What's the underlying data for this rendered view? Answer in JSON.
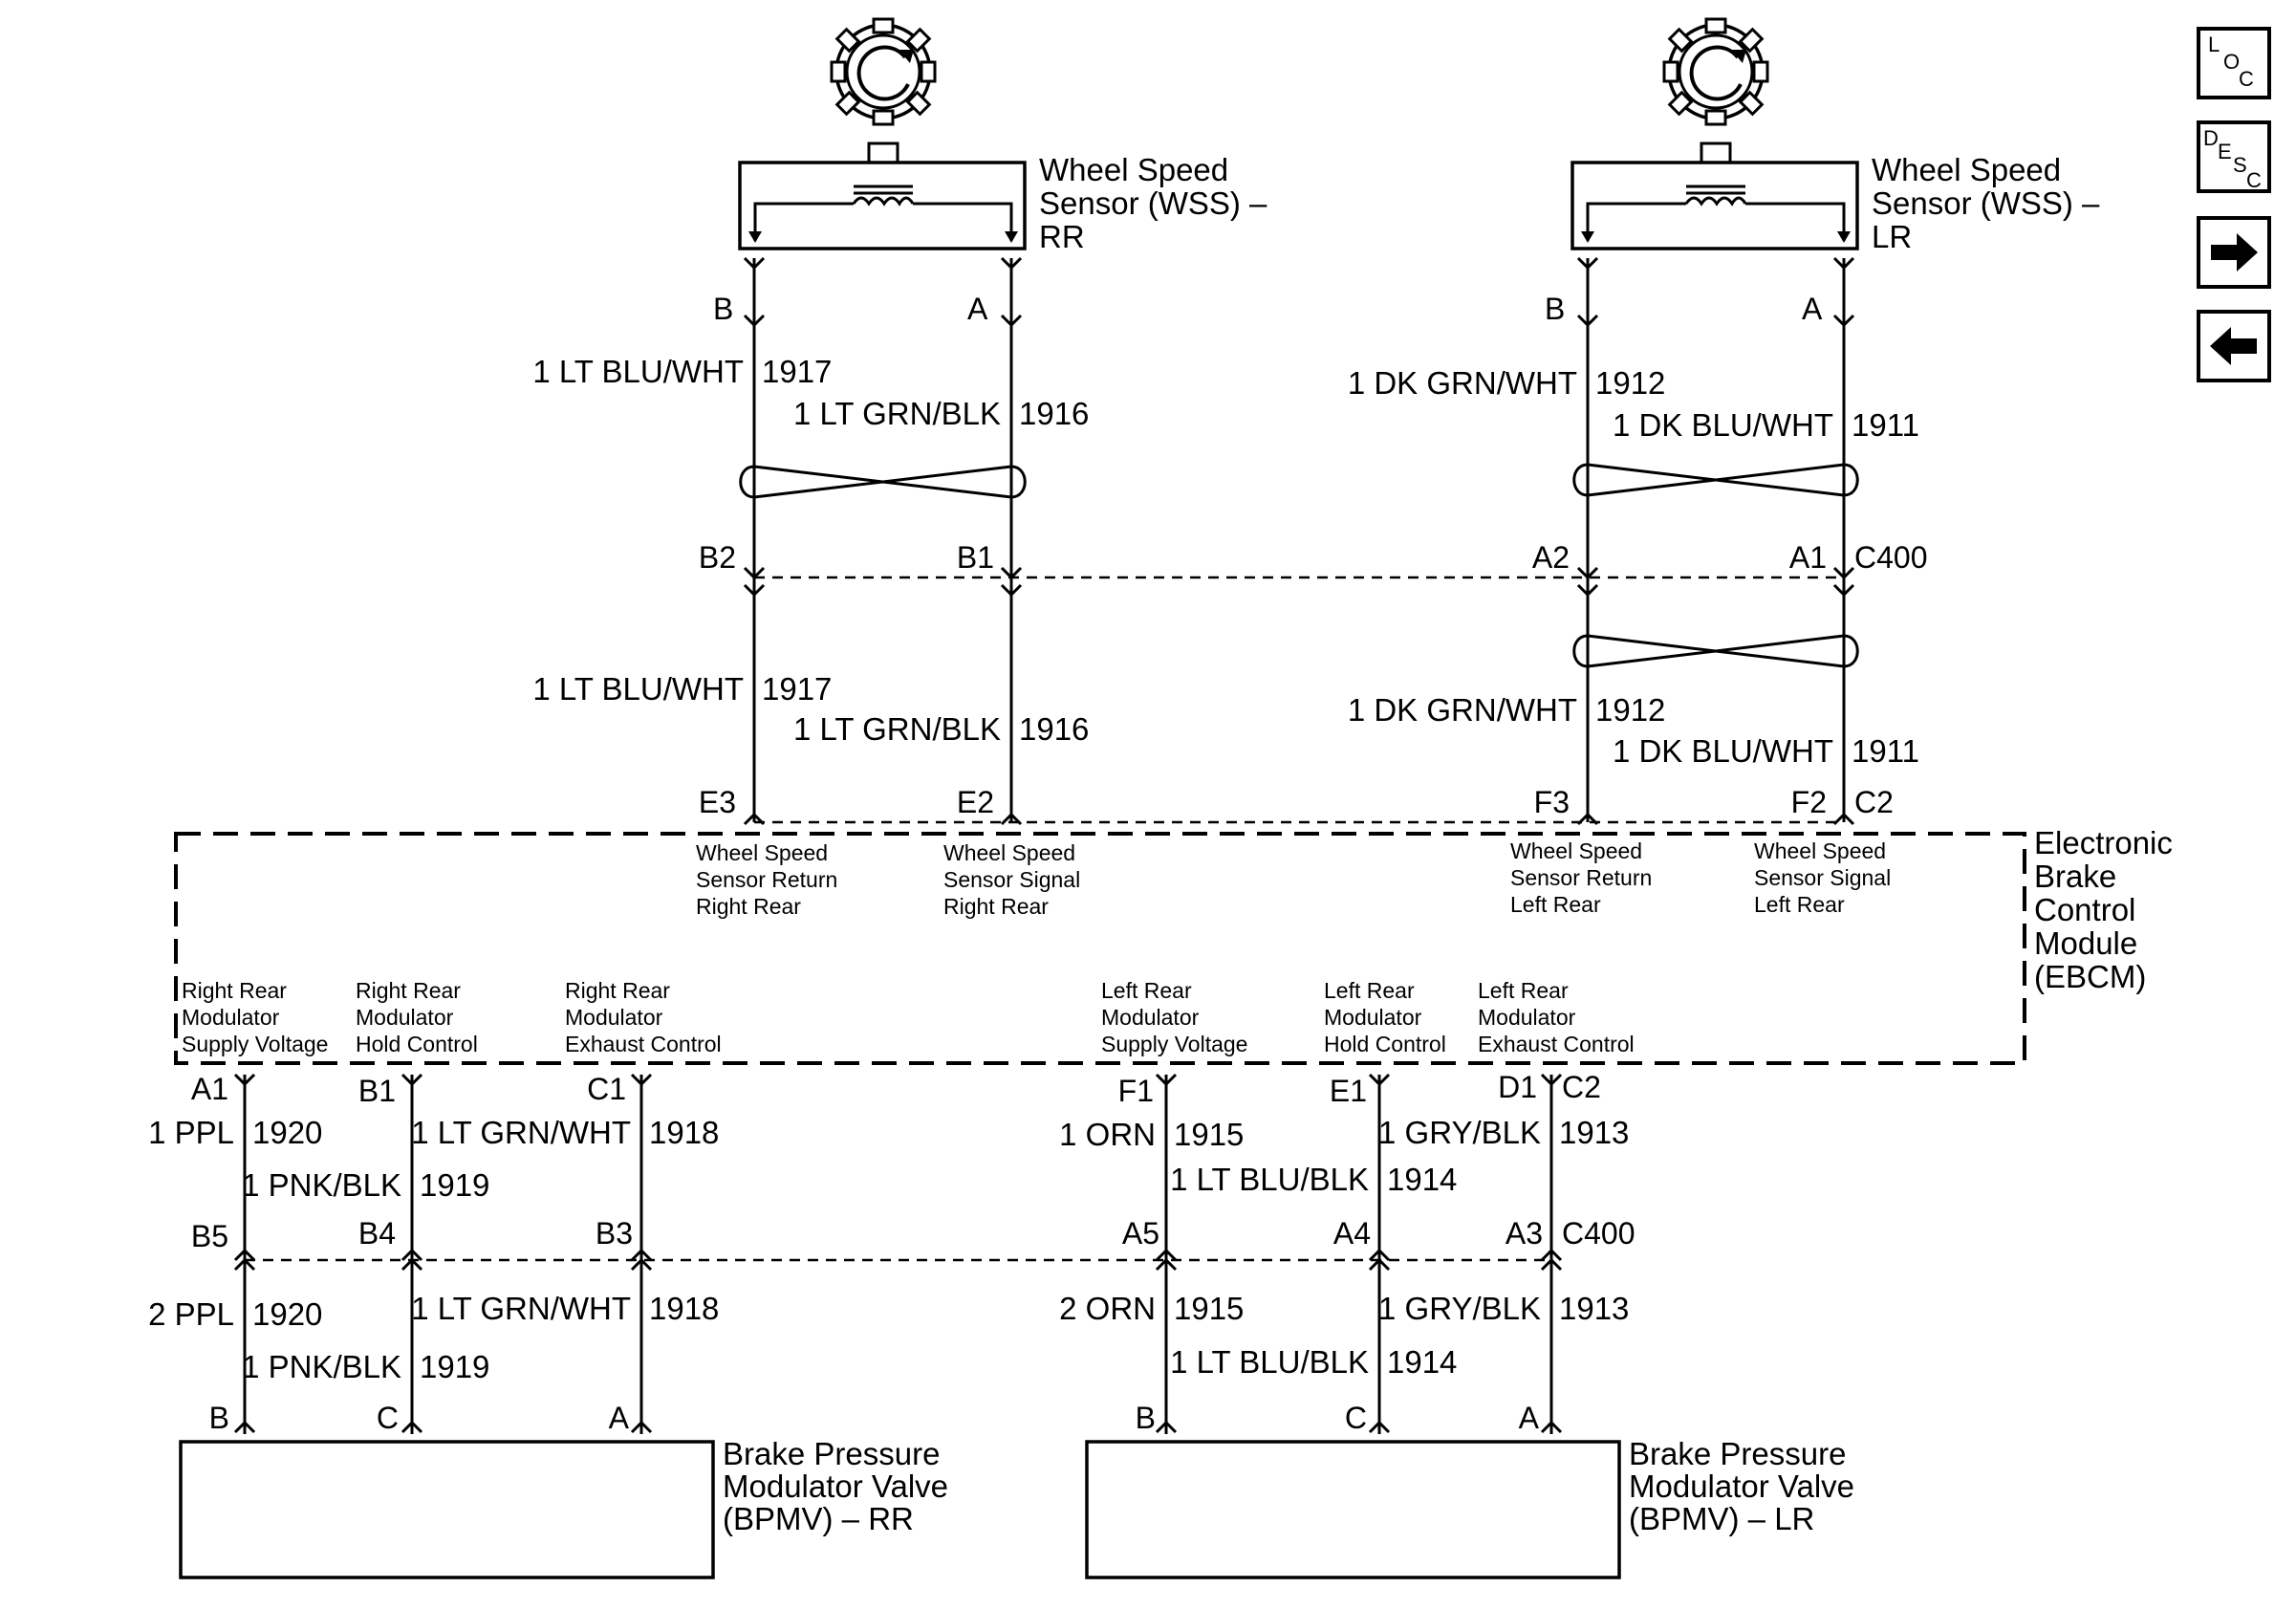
{
  "sensors": {
    "rr": {
      "name_lines": [
        "Wheel Speed",
        "Sensor (WSS) –",
        "RR"
      ],
      "pin_b": "B",
      "pin_a": "A"
    },
    "lr": {
      "name_lines": [
        "Wheel Speed",
        "Sensor (WSS) –",
        "LR"
      ],
      "pin_b": "B",
      "pin_a": "A"
    }
  },
  "upper_wires": {
    "rr_b": {
      "color": "1 LT BLU/WHT",
      "circuit": "1917"
    },
    "rr_a": {
      "color": "1 LT GRN/BLK",
      "circuit": "1916"
    },
    "lr_b": {
      "color": "1 DK GRN/WHT",
      "circuit": "1912"
    },
    "lr_a": {
      "color": "1 DK BLU/WHT",
      "circuit": "1911"
    }
  },
  "connector_upper": {
    "name": "C400",
    "pins": [
      "B2",
      "B1",
      "A2",
      "A1"
    ]
  },
  "mid_wires": {
    "rr_b": {
      "color": "1 LT BLU/WHT",
      "circuit": "1917"
    },
    "rr_a": {
      "color": "1 LT GRN/BLK",
      "circuit": "1916"
    },
    "lr_b": {
      "color": "1 DK GRN/WHT",
      "circuit": "1912"
    },
    "lr_a": {
      "color": "1 DK BLU/WHT",
      "circuit": "1911"
    }
  },
  "ebcm_top_connector": {
    "name": "C2",
    "pins": [
      "E3",
      "E2",
      "F3",
      "F2"
    ]
  },
  "ebcm": {
    "name_lines": [
      "Electronic",
      "Brake",
      "Control",
      "Module",
      "(EBCM)"
    ],
    "top_functions": [
      [
        "Wheel Speed",
        "Sensor Return",
        "Right Rear"
      ],
      [
        "Wheel Speed",
        "Sensor Signal",
        "Right Rear"
      ],
      [
        "Wheel Speed",
        "Sensor Return",
        "Left Rear"
      ],
      [
        "Wheel Speed",
        "Sensor Signal",
        "Left Rear"
      ]
    ],
    "bottom_functions": [
      [
        "Right Rear",
        "Modulator",
        "Supply Voltage"
      ],
      [
        "Right Rear",
        "Modulator",
        "Hold Control"
      ],
      [
        "Right Rear",
        "Modulator",
        "Exhaust Control"
      ],
      [
        "Left Rear",
        "Modulator",
        "Supply Voltage"
      ],
      [
        "Left Rear",
        "Modulator",
        "Hold Control"
      ],
      [
        "Left Rear",
        "Modulator",
        "Exhaust Control"
      ]
    ]
  },
  "ebcm_bottom_connector": {
    "name": "C2",
    "pins": [
      "A1",
      "B1",
      "C1",
      "F1",
      "E1",
      "D1"
    ]
  },
  "lower_wires_top": [
    {
      "color": "1 PPL",
      "circuit": "1920"
    },
    {
      "color": "1 PNK/BLK",
      "circuit": "1919"
    },
    {
      "color": "1 LT GRN/WHT",
      "circuit": "1918"
    },
    {
      "color": "1 ORN",
      "circuit": "1915"
    },
    {
      "color": "1 LT BLU/BLK",
      "circuit": "1914"
    },
    {
      "color": "1 GRY/BLK",
      "circuit": "1913"
    }
  ],
  "connector_lower": {
    "name": "C400",
    "pins": [
      "B5",
      "B4",
      "B3",
      "A5",
      "A4",
      "A3"
    ]
  },
  "lower_wires_bottom": [
    {
      "color": "2 PPL",
      "circuit": "1920"
    },
    {
      "color": "1 PNK/BLK",
      "circuit": "1919"
    },
    {
      "color": "1 LT GRN/WHT",
      "circuit": "1918"
    },
    {
      "color": "2 ORN",
      "circuit": "1915"
    },
    {
      "color": "1 LT BLU/BLK",
      "circuit": "1914"
    },
    {
      "color": "1 GRY/BLK",
      "circuit": "1913"
    }
  ],
  "valve_pins": [
    "B",
    "C",
    "A",
    "B",
    "C",
    "A"
  ],
  "valves": {
    "rr": {
      "name_lines": [
        "Brake Pressure",
        "Modulator Valve",
        "(BPMV) – RR"
      ]
    },
    "lr": {
      "name_lines": [
        "Brake Pressure",
        "Modulator Valve",
        "(BPMV) – LR"
      ]
    }
  },
  "nav_buttons": {
    "loc": {
      "letters": [
        "L",
        "O",
        "C"
      ],
      "icon": "loc-icon"
    },
    "desc": {
      "letters": [
        "D",
        "E",
        "S",
        "C"
      ],
      "icon": "desc-icon"
    },
    "next": {
      "icon": "arrow-right-icon"
    },
    "prev": {
      "icon": "arrow-left-icon"
    }
  }
}
